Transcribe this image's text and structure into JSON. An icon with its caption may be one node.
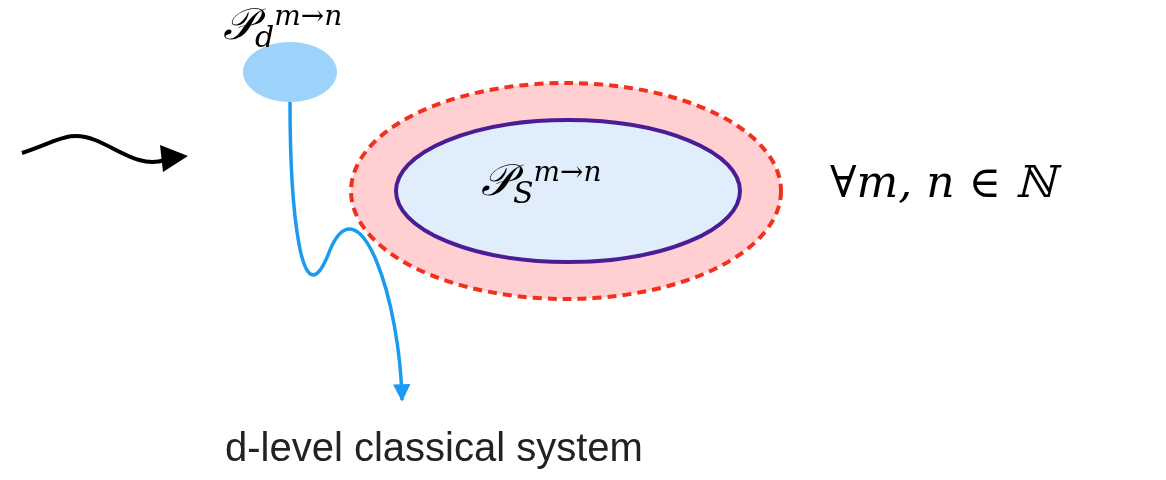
{
  "diagram": {
    "nodes": [
      {
        "text": [
          "𝒫$_{d}$$^{m→n}$"
        ]
      },
      {
        "text": [],
        "shape": "ellipse"
      },
      {
        "text": [
          "𝒫$_{S}$$^{m→n}$"
        ],
        "in": 1
      },
      {
        "text": [
          "d-level classical system"
        ]
      }
    ],
    "edges": [
      {
        "from": 0,
        "to": 3,
        "arrow": "to",
        "color": "#1a9bf0"
      }
    ],
    "labels": [
      "∀m, n ∈ ℕ"
    ]
  }
}
